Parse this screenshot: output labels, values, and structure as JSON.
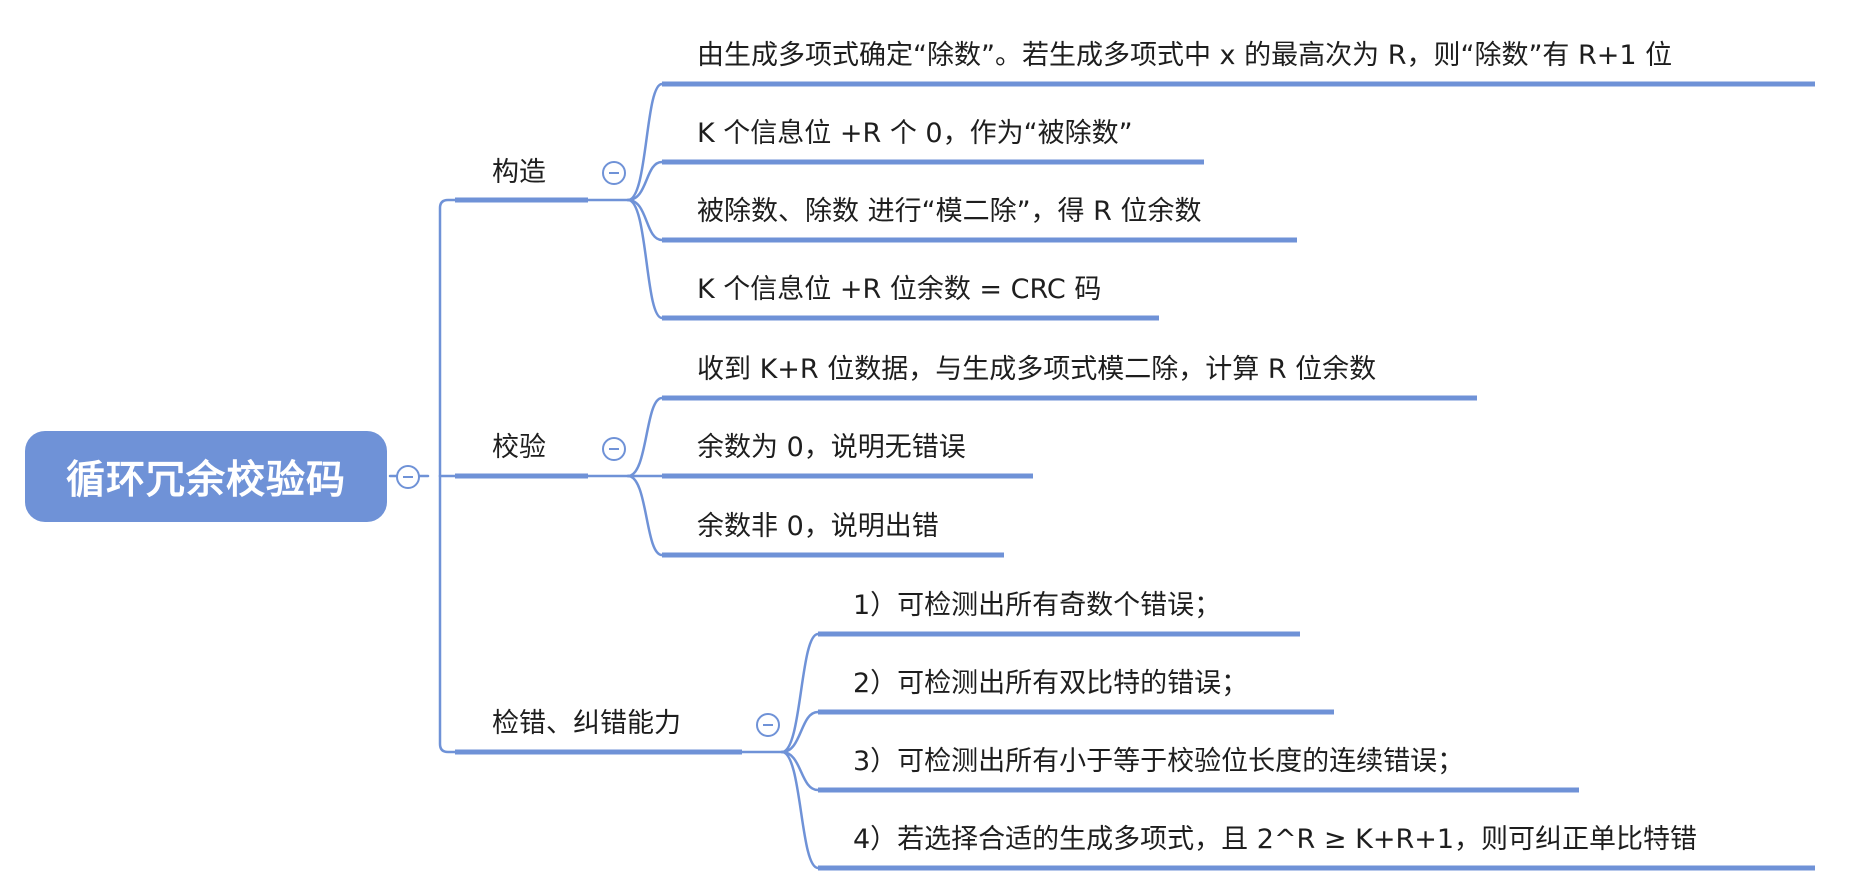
{
  "colors": {
    "accent": "#6f92d7",
    "root_text": "#ffffff",
    "text": "#1e1e1e"
  },
  "root": {
    "label": "循环冗余校验码"
  },
  "branches": [
    {
      "label": "构造",
      "children": [
        "由生成多项式确定“除数”。若生成多项式中 x 的最高次为 R，则“除数”有 R+1 位",
        "K 个信息位 +R 个 0，作为“被除数”",
        "被除数、除数 进行“模二除”，得 R 位余数",
        "K 个信息位 +R 位余数 = CRC 码"
      ]
    },
    {
      "label": "校验",
      "children": [
        "收到 K+R 位数据，与生成多项式模二除，计算 R 位余数",
        "余数为 0，说明无错误",
        "余数非 0，说明出错"
      ]
    },
    {
      "label": "检错、纠错能力",
      "children": [
        "1）可检测出所有奇数个错误；",
        "2）可检测出所有双比特的错误；",
        "3）可检测出所有小于等于校验位长度的连续错误；",
        "4）若选择合适的生成多项式，且 2^R ≥ K+R+1，则可纠正单比特错"
      ]
    }
  ]
}
